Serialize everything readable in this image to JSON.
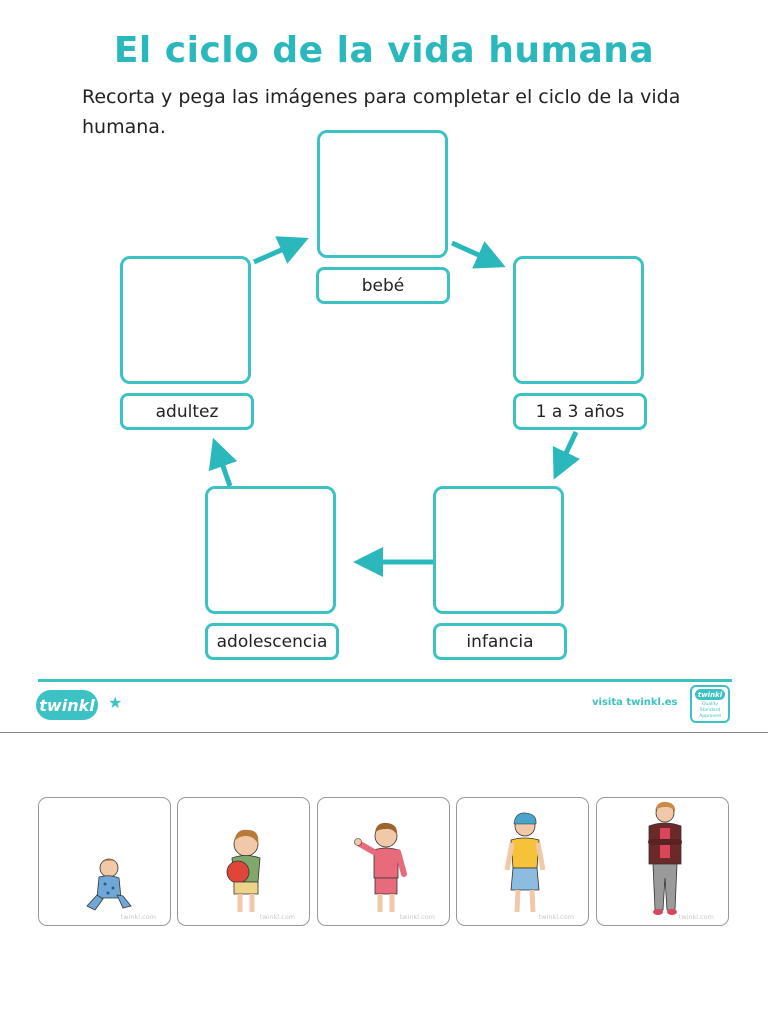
{
  "title": "El ciclo de la vida humana",
  "instructions": "Recorta y pega las imágenes para completar el ciclo de la vida humana.",
  "stages": [
    {
      "label": "bebé"
    },
    {
      "label": "1 a 3 años"
    },
    {
      "label": "infancia"
    },
    {
      "label": "adolescencia"
    },
    {
      "label": "adultez"
    }
  ],
  "footer": {
    "brand": "twinkl",
    "visit": "visita twinkl.es",
    "badge_brand": "twinkl",
    "badge_text": "Quality Standard Approved"
  },
  "cards": [
    {
      "figure": "baby-figure",
      "watermark": "twinkl.com"
    },
    {
      "figure": "toddler-figure",
      "watermark": "twinkl.com"
    },
    {
      "figure": "child-figure",
      "watermark": "twinkl.com"
    },
    {
      "figure": "teen-figure",
      "watermark": "twinkl.com"
    },
    {
      "figure": "adult-figure",
      "watermark": "twinkl.com"
    }
  ],
  "colors": {
    "accent": "#3cc2c4",
    "title": "#2bb8bd"
  }
}
